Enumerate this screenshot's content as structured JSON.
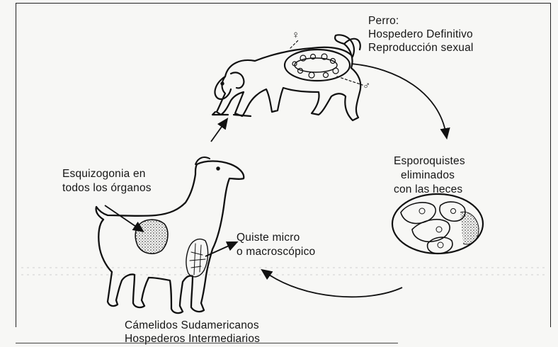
{
  "definitive_host": {
    "line1": "Perro:",
    "line2": "Hospedero Definitivo",
    "line3": "Reproducción sexual"
  },
  "sporocysts": {
    "line1": "Esporoquistes",
    "line2": "eliminados",
    "line3": "con las heces"
  },
  "schizogony": {
    "line1": "Esquizogonia en",
    "line2": "todos los órganos"
  },
  "cyst": {
    "line1": "Quiste micro",
    "line2": "o macroscópico"
  },
  "intermediate_host": {
    "line1": "Cámelidos Sudamericanos",
    "line2": "Hospederos Intermediarios"
  },
  "symbols": {
    "female": "♀",
    "male": "♂"
  }
}
